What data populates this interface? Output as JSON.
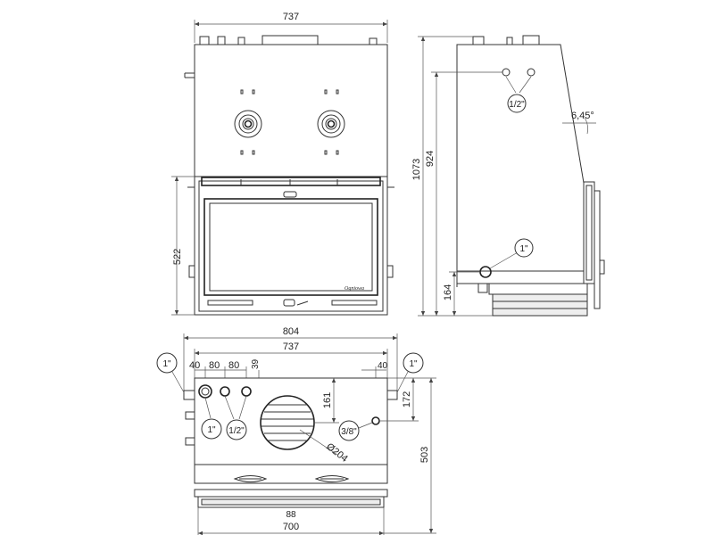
{
  "front_view": {
    "width_label": "737",
    "height_label": "522"
  },
  "side_view": {
    "height_total": "1073",
    "height_mid": "924",
    "height_low": "164",
    "pipe_top_label": "1/2\"",
    "pipe_low_label": "1\"",
    "angle_label": "6,45°"
  },
  "top_view": {
    "width_outer": "804",
    "width_inner": "737",
    "offsets": [
      "40",
      "80",
      "80"
    ],
    "offset_39": "39",
    "offset_right_40": "40",
    "depth_161": "161",
    "depth_172": "172",
    "depth_503": "503",
    "width_bottom": "700",
    "small_88": "88",
    "pipe_1_left": "1\"",
    "pipe_1_right": "1\"",
    "pipe_1_bottom": "1\"",
    "pipe_half": "1/2\"",
    "pipe_38": "3/8\"",
    "diameter": "Ø204"
  },
  "logo_text": "Ogniowa"
}
